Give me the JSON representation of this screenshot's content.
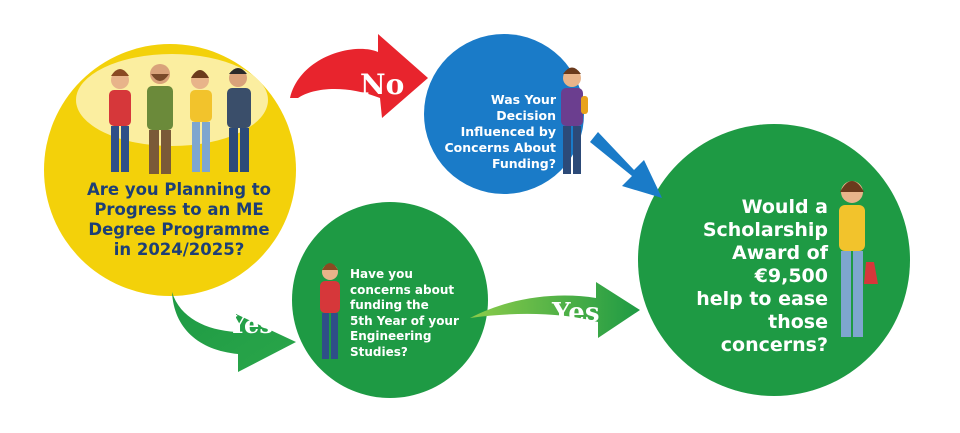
{
  "nodes": {
    "start": {
      "text": "Are you Planning to\nProgress to an ME\nDegree Programme\nin 2024/2025?",
      "color": "#f3d10a",
      "text_color": "#1d3f76"
    },
    "decision_funding": {
      "text": "Was Your Decision\nInfluenced by\nConcerns About\nFunding?",
      "color": "#1a7bc8"
    },
    "concerns_fifth_year": {
      "text": "Have you\nconcerns about\nfunding the\n5th Year of your\nEngineering\nStudies?",
      "color": "#1e9a44"
    },
    "scholarship": {
      "text": "Would a\nScholarship\nAward of €9,500\nhelp to ease\nthose concerns?",
      "color": "#1e9a44"
    }
  },
  "edges": {
    "no": {
      "label": "No",
      "color": "#e8242d"
    },
    "yes_first": {
      "label": "Yes",
      "color": "#1e9a44"
    },
    "yes_second": {
      "label": "Yes",
      "color": "#34a84a"
    },
    "blue_arrow": {
      "color": "#1a7bc8"
    }
  },
  "illustrations": [
    "group-of-four-students",
    "student-with-backpack",
    "student-with-notebook",
    "student-with-phone"
  ]
}
